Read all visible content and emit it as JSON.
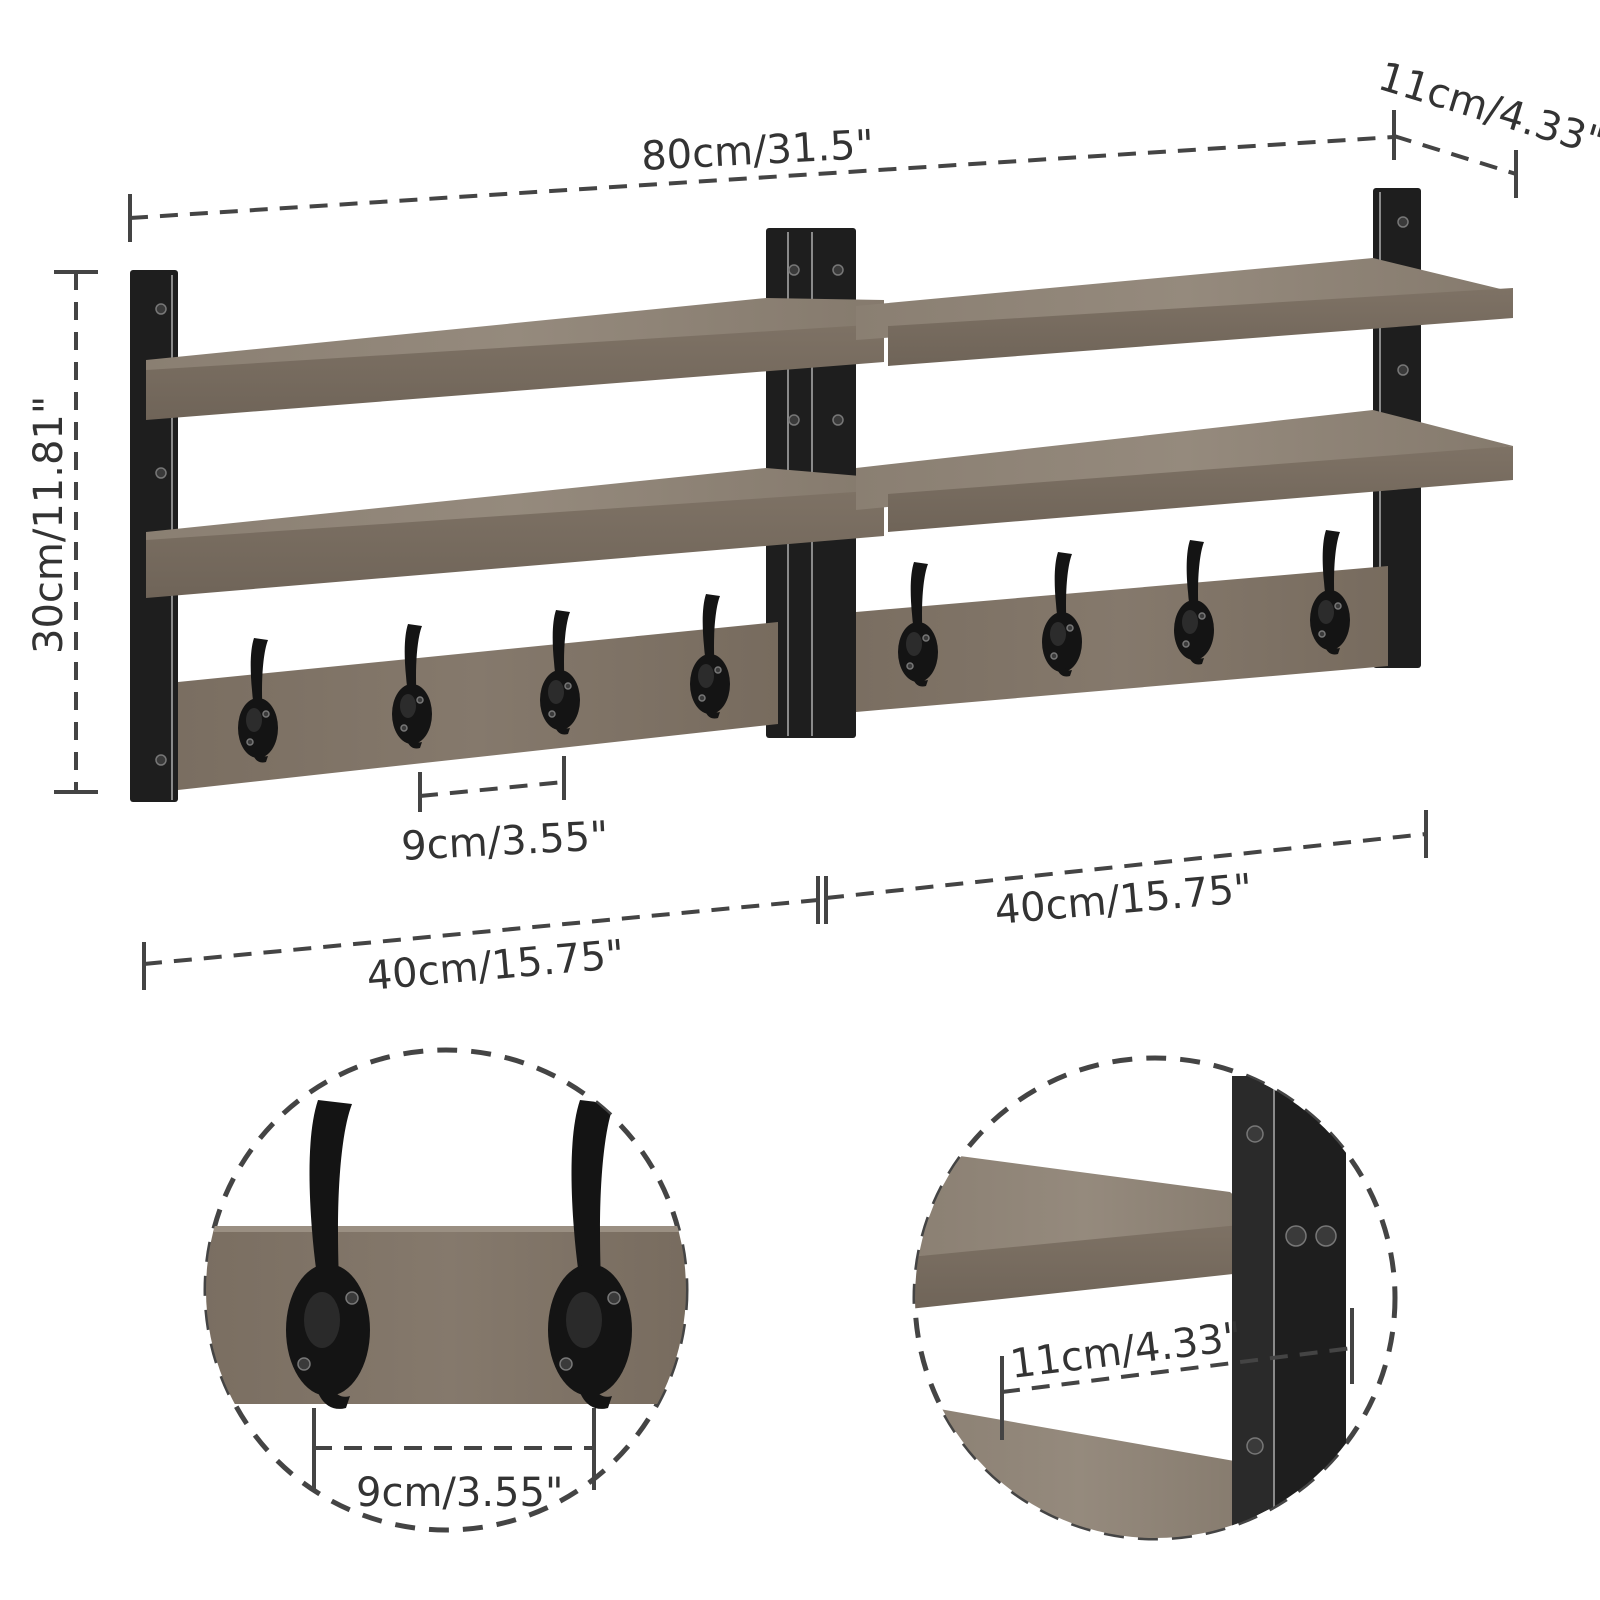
{
  "colors": {
    "wood_top": "#8d8275",
    "wood_front": "#7d7164",
    "wood_dark": "#6e6357",
    "metal": "#1e1e1e",
    "dimension_line": "#444444",
    "text": "#333333"
  },
  "dimensions": {
    "total_width": "80cm/31.5\"",
    "depth_top": "11cm/4.33\"",
    "height": "30cm/11.81\"",
    "hook_spacing": "9cm/3.55\"",
    "left_unit_width": "40cm/15.75\"",
    "right_unit_width": "40cm/15.75\""
  },
  "detail_hooks": {
    "hook_spacing": "9cm/3.55\""
  },
  "detail_shelf": {
    "shelf_depth": "11cm/4.33\""
  },
  "icons": {
    "hook": "coat-hook-icon",
    "screw": "screw-icon"
  }
}
